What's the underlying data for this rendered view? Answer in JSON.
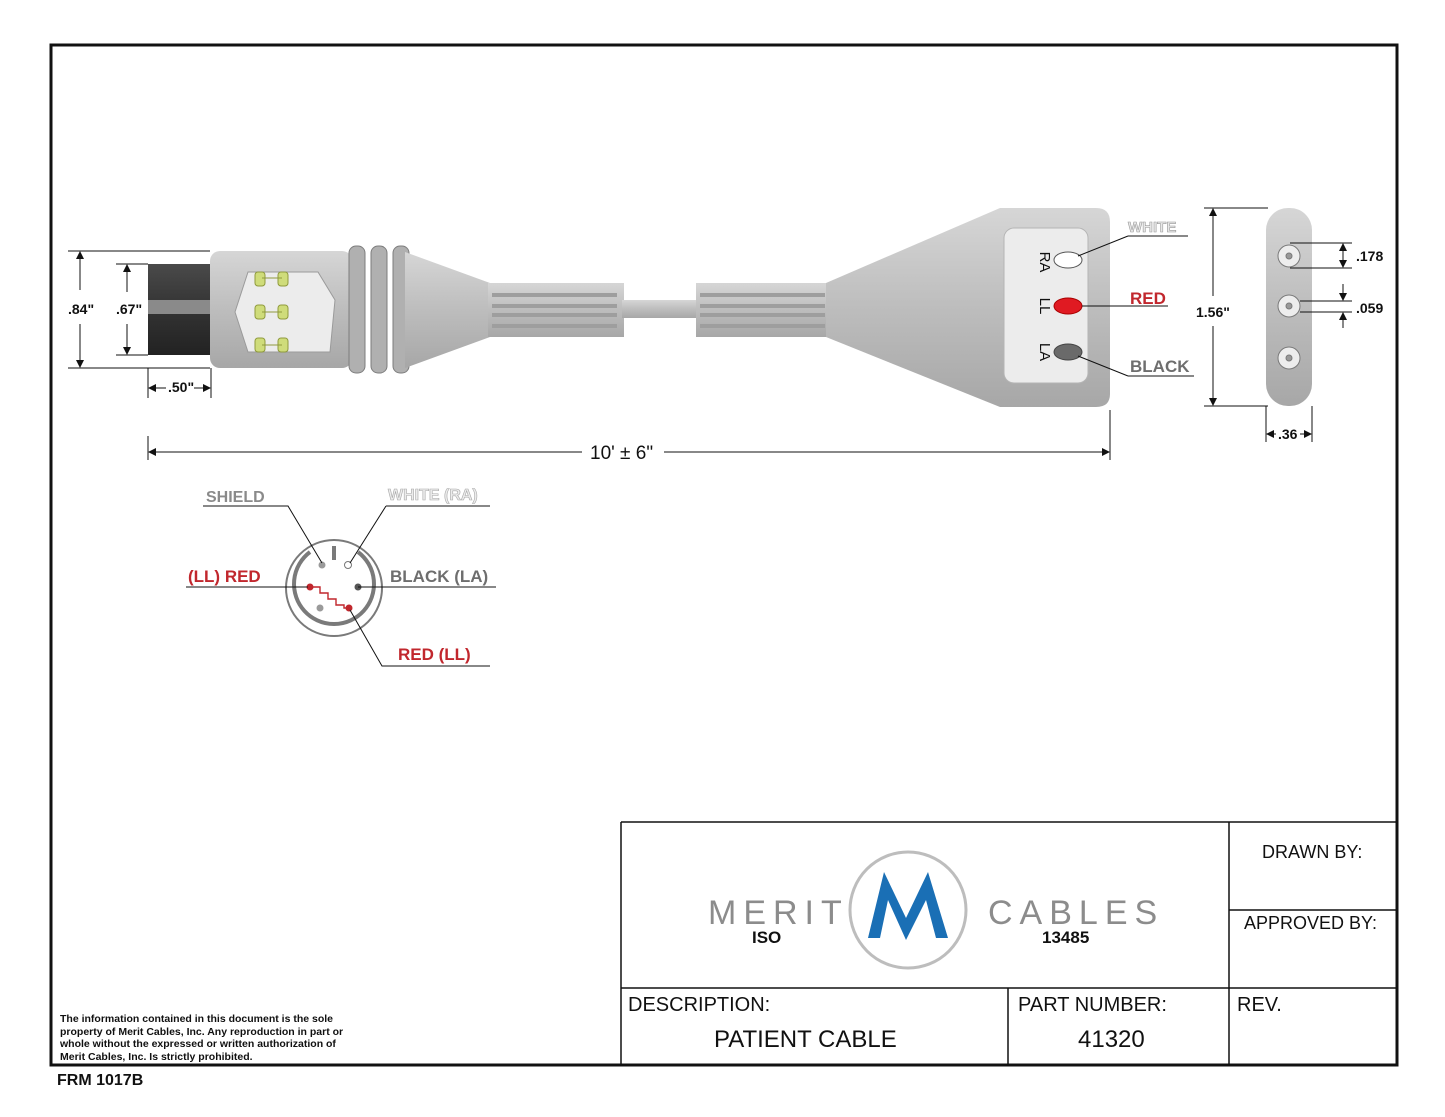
{
  "dimensions": {
    "plug_outer_diameter": ".84\"",
    "plug_inner_diameter": ".67\"",
    "plug_length": ".50\"",
    "cable_length": "10' ± 6\"",
    "yoke_height": "1.56\"",
    "socket_spacing": ".178",
    "socket_diameter": ".059",
    "yoke_thickness": ".36"
  },
  "yoke": {
    "leads": [
      {
        "position": "RA",
        "color_label": "WHITE",
        "fill": "#ffffff",
        "label_color": "#d8d8d8"
      },
      {
        "position": "LL",
        "color_label": "RED",
        "fill": "#e01a22",
        "label_color": "#c1272d"
      },
      {
        "position": "LA",
        "color_label": "BLACK",
        "fill": "#6a6a6a",
        "label_color": "#707070"
      }
    ]
  },
  "pinout": {
    "shield": "SHIELD",
    "white_ra": "WHITE (RA)",
    "black_la": "BLACK (LA)",
    "ll_red": "(LL) RED",
    "red_ll": "RED (LL)"
  },
  "title_block": {
    "logo_left": "MERIT",
    "logo_right": "CABLES",
    "iso_left": "ISO",
    "iso_right": "13485",
    "drawn_by_label": "DRAWN BY:",
    "approved_by_label": "APPROVED BY:",
    "description_label": "DESCRIPTION:",
    "description_value": "PATIENT CABLE",
    "part_number_label": "PART NUMBER:",
    "part_number_value": "41320",
    "rev_label": "REV."
  },
  "footnote": "The information contained in this document is the sole property of Merit Cables, Inc. Any reproduction in part or whole without the expressed or written authorization of Merit Cables, Inc. Is strictly prohibited.",
  "form_number": "FRM 1017B",
  "colors": {
    "body_gray": "#c4c4c4",
    "dark_gray": "#555555",
    "red": "#c1272d",
    "logo_blue": "#1a6fb5",
    "logo_gray": "#8c8c8c",
    "connector_dark": "#3d3d3d"
  }
}
